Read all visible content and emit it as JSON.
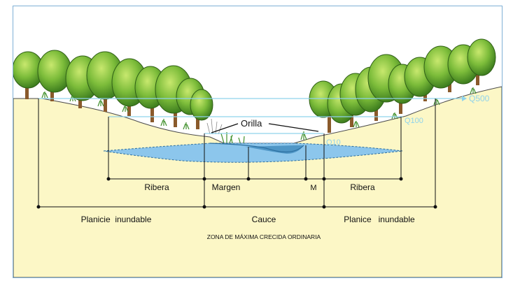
{
  "flood_levels": {
    "q500": "Q500",
    "q100": "Q100",
    "q10": "Q10"
  },
  "labels": {
    "orilla": "Orilla",
    "ribera_left": "Ribera",
    "margen": "Margen",
    "m": "M",
    "ribera_right": "Ribera",
    "planicie_left": "Planicie  inundable",
    "cauce": "Cauce",
    "planicie_right": "Planice   inundable",
    "zona": "ZONA DE MÁXIMA CRECIDA ORDINARIA"
  },
  "colors": {
    "ground": "#fcf7c6",
    "water": "#8cc6ec",
    "water_dark": "#4f96c6",
    "line_cyan": "#8fd3ec",
    "tree_green": "#7cbc3a",
    "frame": "#7fb0d6"
  }
}
